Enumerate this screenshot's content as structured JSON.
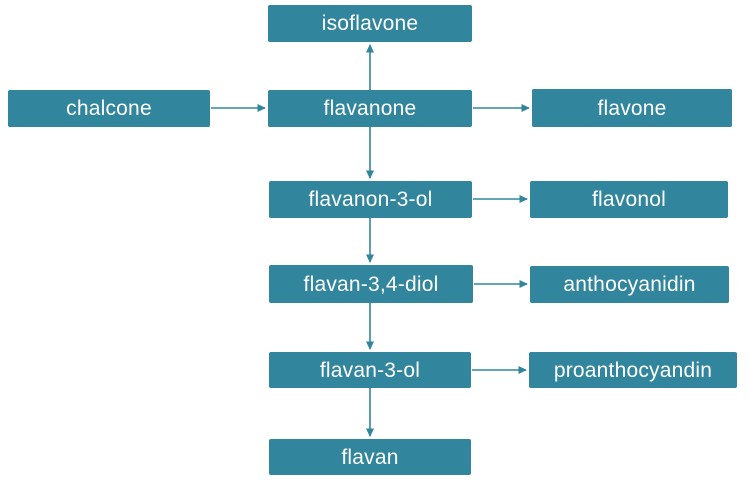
{
  "diagram": {
    "description": "Flowchart of flavonoid compound pathway",
    "colors": {
      "box_fill": "#31859C",
      "box_text": "#FFFFFF",
      "arrow": "#31859C",
      "background": "#FFFFFF"
    },
    "nodes": {
      "isoflavone": {
        "label": "isoflavone"
      },
      "chalcone": {
        "label": "chalcone"
      },
      "flavanone": {
        "label": "flavanone"
      },
      "flavone": {
        "label": "flavone"
      },
      "flavanon3ol": {
        "label": "flavanon-3-ol"
      },
      "flavonol": {
        "label": "flavonol"
      },
      "flavan34diol": {
        "label": "flavan-3,4-diol"
      },
      "anthocyanidin": {
        "label": "anthocyanidin"
      },
      "flavan3ol": {
        "label": "flavan-3-ol"
      },
      "proanthocyandin": {
        "label": "proanthocyandin"
      },
      "flavan": {
        "label": "flavan"
      }
    },
    "edges": [
      {
        "from": "flavanone",
        "to": "isoflavone"
      },
      {
        "from": "chalcone",
        "to": "flavanone"
      },
      {
        "from": "flavanone",
        "to": "flavone"
      },
      {
        "from": "flavanone",
        "to": "flavanon3ol"
      },
      {
        "from": "flavanon3ol",
        "to": "flavonol"
      },
      {
        "from": "flavanon3ol",
        "to": "flavan34diol"
      },
      {
        "from": "flavan34diol",
        "to": "anthocyanidin"
      },
      {
        "from": "flavan34diol",
        "to": "flavan3ol"
      },
      {
        "from": "flavan3ol",
        "to": "proanthocyandin"
      },
      {
        "from": "flavan3ol",
        "to": "flavan"
      }
    ]
  }
}
